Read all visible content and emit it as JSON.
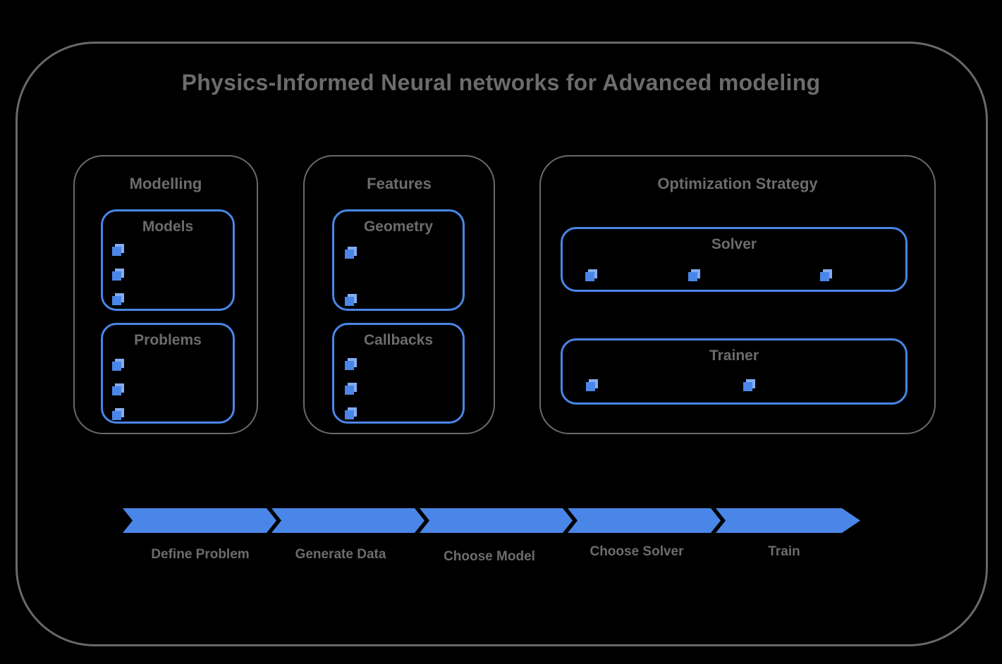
{
  "title": "Physics-Informed Neural networks for Advanced modeling",
  "sections": [
    {
      "title": "Modelling",
      "boxes": [
        {
          "title": "Models",
          "bullet_count": 3
        },
        {
          "title": "Problems",
          "bullet_count": 3
        }
      ]
    },
    {
      "title": "Features",
      "boxes": [
        {
          "title": "Geometry",
          "bullet_count": 2
        },
        {
          "title": "Callbacks",
          "bullet_count": 3
        }
      ]
    },
    {
      "title": "Optimization Strategy",
      "boxes": [
        {
          "title": "Solver",
          "bullet_count": 3
        },
        {
          "title": "Trainer",
          "bullet_count": 2
        }
      ]
    }
  ],
  "flow_steps": [
    {
      "label": "Define Problem"
    },
    {
      "label": "Generate Data"
    },
    {
      "label": "Choose Model"
    },
    {
      "label": "Choose Solver"
    },
    {
      "label": "Train"
    }
  ],
  "colors": {
    "accent_blue": "#4a86e8",
    "cube_highlight": "#84acf0",
    "border_gray": "#696969",
    "text_gray": "#6c6c6c",
    "background": "#000000"
  }
}
